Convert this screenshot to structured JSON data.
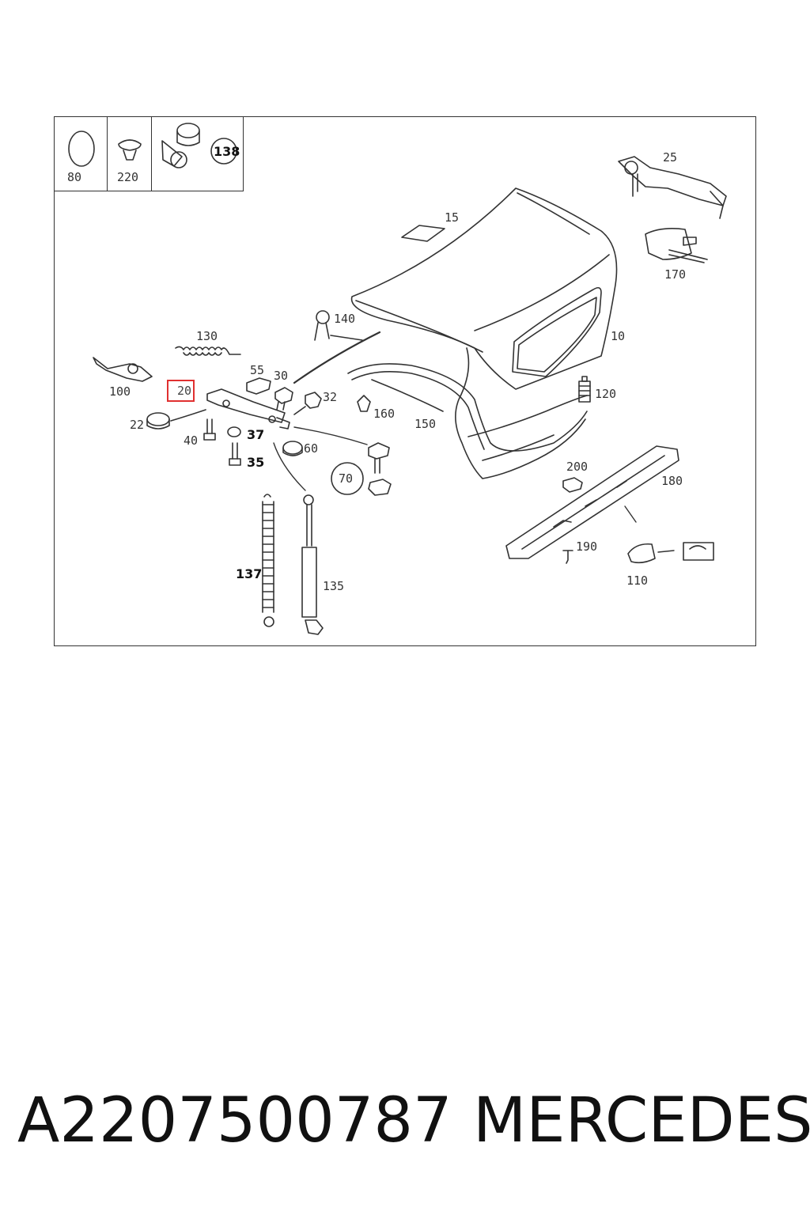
{
  "diagram": {
    "legend": [
      {
        "id": "80",
        "label": "80"
      },
      {
        "id": "220",
        "label": "220"
      },
      {
        "id": "138",
        "label": "138"
      }
    ],
    "callouts": {
      "c25": "25",
      "c15": "15",
      "c170": "170",
      "c140": "140",
      "c10": "10",
      "c130": "130",
      "c55": "55",
      "c30": "30",
      "c100": "100",
      "c20": "20",
      "c32": "32",
      "c160": "160",
      "c120": "120",
      "c150": "150",
      "c22": "22",
      "c40": "40",
      "c37": "37",
      "c60": "60",
      "c35": "35",
      "c70": "70",
      "c200": "200",
      "c180": "180",
      "c190": "190",
      "c137": "137",
      "c135": "135",
      "c110": "110"
    },
    "highlighted_part": "20"
  },
  "footer": {
    "part_number": "A2207500787",
    "brand": "MERCEDES"
  },
  "colors": {
    "line": "#333333",
    "highlight": "#e03030"
  }
}
